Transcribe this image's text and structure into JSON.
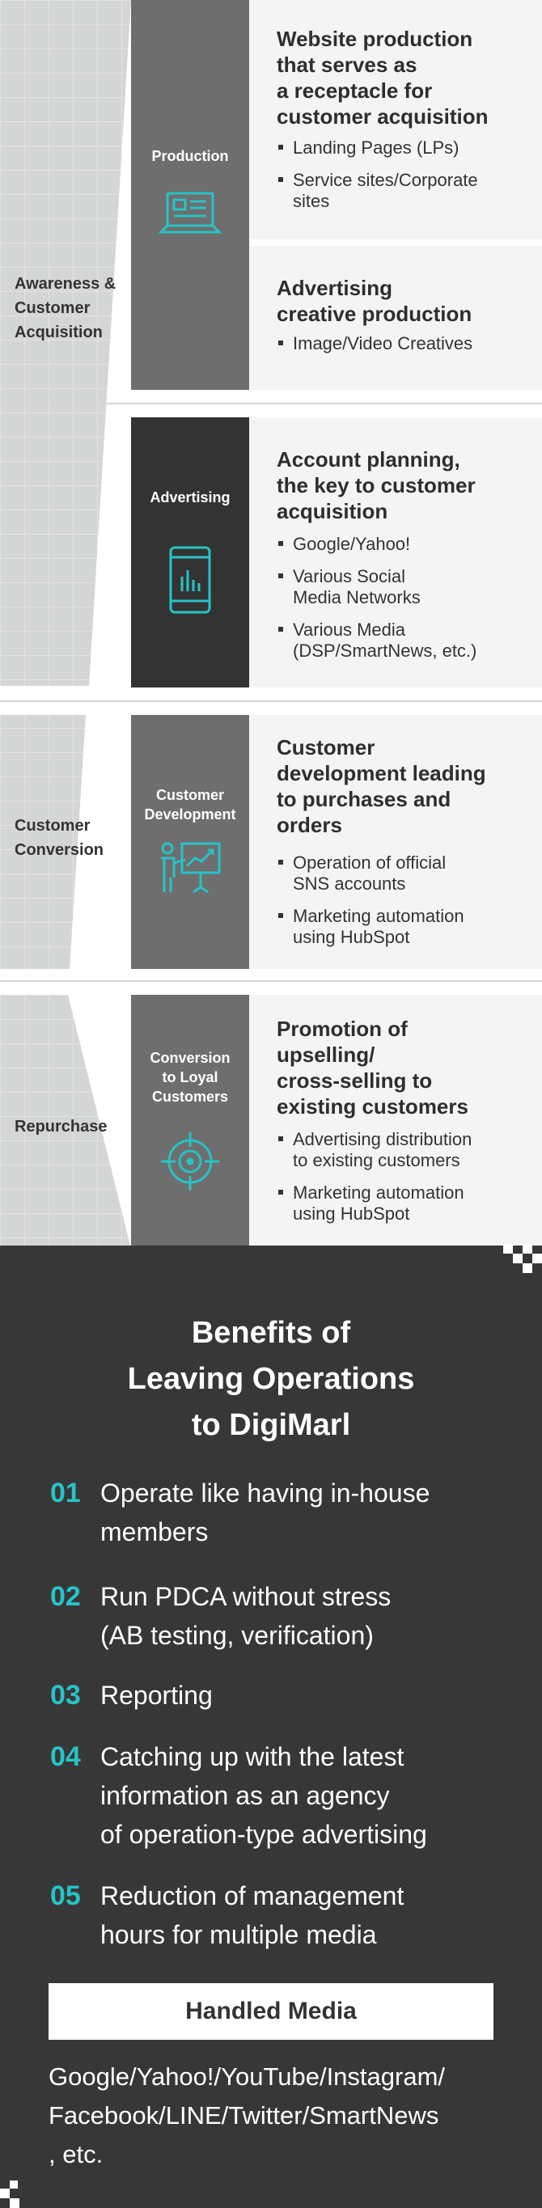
{
  "colors": {
    "teal": "#27c3c7",
    "dark_bg": "#373737",
    "gray_column": "#6e6e6e",
    "dark_column": "#333333",
    "panel_bg": "#f4f4f4",
    "funnel_gray": "#d4d6d5"
  },
  "stages": [
    {
      "label": "Awareness &\nCustomer\nAcquisition"
    },
    {
      "label": "Customer\nConversion"
    },
    {
      "label": "Repurchase"
    }
  ],
  "columns": [
    {
      "label": "Production",
      "icon": "laptop-icon"
    },
    {
      "label": "Advertising",
      "icon": "smartphone-icon"
    },
    {
      "label": "Customer\nDevelopment",
      "icon": "presenter-board-icon"
    },
    {
      "label": "Conversion\nto Loyal\nCustomers",
      "icon": "target-icon"
    }
  ],
  "panels": [
    {
      "title": "Website production\nthat serves as\na receptacle for\ncustomer acquisition",
      "bullets": [
        "Landing Pages (LPs)",
        "Service sites/Corporate\nsites"
      ]
    },
    {
      "title": "Advertising\ncreative production",
      "bullets": [
        "Image/Video Creatives"
      ]
    },
    {
      "title": "Account planning,\nthe key to customer\nacquisition",
      "bullets": [
        "Google/Yahoo!",
        "Various Social\nMedia Networks",
        "Various Media\n(DSP/SmartNews, etc.)"
      ]
    },
    {
      "title": "Customer\ndevelopment leading\nto purchases and\norders",
      "bullets": [
        "Operation of official\nSNS accounts",
        "Marketing automation\nusing HubSpot"
      ]
    },
    {
      "title": "Promotion of\nupselling/\ncross-selling to\nexisting customers",
      "bullets": [
        "Advertising distribution\nto existing customers",
        "Marketing automation\nusing HubSpot"
      ]
    }
  ],
  "benefits": {
    "title": "Benefits of\nLeaving Operations\nto DigiMarl",
    "items": [
      {
        "num": "01",
        "text": "Operate like having in-house\nmembers"
      },
      {
        "num": "02",
        "text": "Run PDCA without stress\n(AB testing, verification)"
      },
      {
        "num": "03",
        "text": "Reporting"
      },
      {
        "num": "04",
        "text": "Catching up with the latest\ninformation as an agency\nof operation-type advertising"
      },
      {
        "num": "05",
        "text": "Reduction of management\nhours for multiple media"
      }
    ],
    "handled_media_label": "Handled Media",
    "handled_media_text": "Google/Yahoo!/YouTube/Instagram/\nFacebook/LINE/Twitter/SmartNews\n, etc."
  }
}
